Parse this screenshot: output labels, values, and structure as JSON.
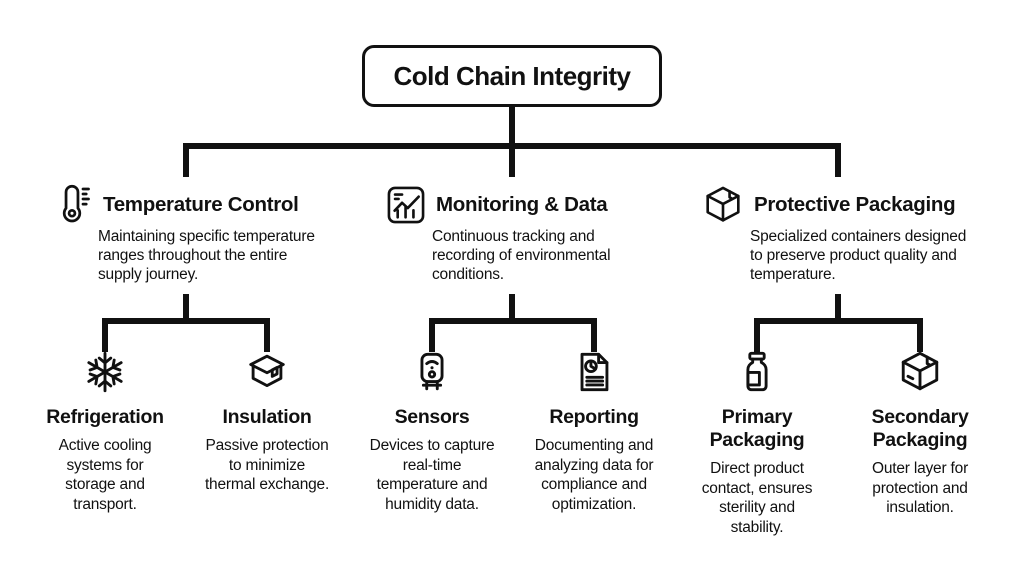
{
  "colors": {
    "ink": "#111111",
    "background": "#ffffff"
  },
  "root": {
    "label": "Cold Chain Integrity"
  },
  "branches": [
    {
      "label": "Temperature Control",
      "icon": "thermometer-icon",
      "description": "Maintaining specific temperature\nranges throughout the entire\nsupply journey.",
      "children": [
        {
          "label": "Refrigeration",
          "icon": "snowflake-icon",
          "description": "Active cooling\nsystems for\nstorage and\ntransport."
        },
        {
          "label": "Insulation",
          "icon": "storage-box-icon",
          "description": "Passive protection\nto minimize\nthermal exchange."
        }
      ]
    },
    {
      "label": "Monitoring & Data",
      "icon": "line-chart-icon",
      "description": "Continuous tracking and\nrecording of environmental\nconditions.",
      "children": [
        {
          "label": "Sensors",
          "icon": "sensor-device-icon",
          "description": "Devices to capture\nreal-time\ntemperature and\nhumidity data."
        },
        {
          "label": "Reporting",
          "icon": "report-document-icon",
          "description": "Documenting and\nanalyzing data for\ncompliance and\noptimization."
        }
      ]
    },
    {
      "label": "Protective Packaging",
      "icon": "package-box-icon",
      "description": "Specialized containers designed\nto preserve product quality and\ntemperature.",
      "children": [
        {
          "label": "Primary\nPackaging",
          "icon": "vial-icon",
          "description": "Direct product\ncontact, ensures\nsterility and\nstability."
        },
        {
          "label": "Secondary\nPackaging",
          "icon": "package-box-icon",
          "description": "Outer layer for\nprotection and\ninsulation."
        }
      ]
    }
  ]
}
